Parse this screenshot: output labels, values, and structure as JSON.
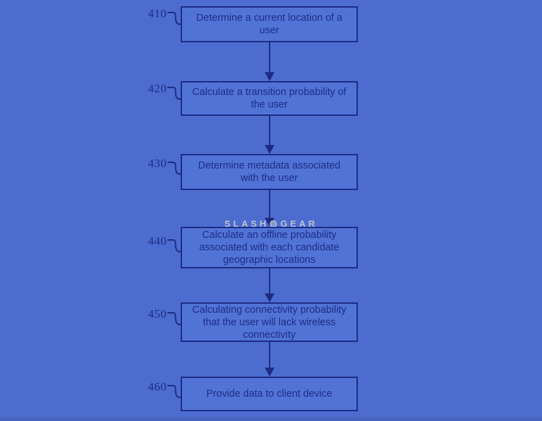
{
  "diagram": {
    "type": "flowchart",
    "steps": [
      {
        "ref": "410",
        "text": "Determine a current location of a user"
      },
      {
        "ref": "420",
        "text": "Calculate a transition probability of the user"
      },
      {
        "ref": "430",
        "text": "Determine metadata associated with the user"
      },
      {
        "ref": "440",
        "text": "Calculate an offline probability associated with each candidate geographic locations"
      },
      {
        "ref": "450",
        "text": "Calculating connectivity probability that the user will lack wireless connectivity"
      },
      {
        "ref": "460",
        "text": "Provide data to client device"
      }
    ]
  },
  "watermark": {
    "left": "SLASH",
    "icon": "gear-icon",
    "gear_glyph": "⚙",
    "right": "GEAR"
  },
  "colors": {
    "background": "#4c6dcf",
    "box_fill": "#5173d6",
    "line_and_text": "#1c2b84",
    "watermark_text": "#cdd3de",
    "bottom_band": "#4565c0"
  }
}
